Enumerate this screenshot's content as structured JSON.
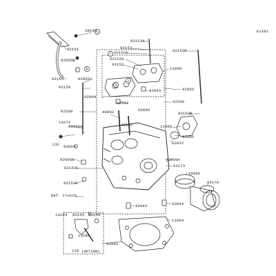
{
  "diagram": {
    "reference_code": "E1101",
    "note_option": "(OPTION)",
    "ref_clutch": "Ref. Clutch",
    "markers": {
      "a": "A",
      "b": "B",
      "c": "C"
    },
    "parts": {
      "p39153": "39153",
      "p92151": "92151",
      "p92055B": "92055B",
      "p92154": "92154",
      "p92055A": "92055A",
      "p92150": "92150",
      "p92153A_top": "92153A",
      "p92153": "92153",
      "p92153A_mid": "92153A",
      "p92152A": "92152A",
      "p92152": "92152",
      "p92153B": "92153B",
      "p11008": "11008",
      "p92043_a": "92043",
      "p92055": "92055",
      "p92004_top": "92004",
      "p92042": "92042",
      "p49002_l": "49002",
      "p92066": "92066",
      "p92200_l": "92200",
      "p92200_r": "92200",
      "p49002_r": "49002",
      "p92153B_r": "92153B",
      "p13271": "13271",
      "p92066A_l": "92066A",
      "p132": "132",
      "p11060": "11060",
      "p92005": "92005",
      "p92004_mid": "92004",
      "p92022": "92022",
      "p92066B": "92066B",
      "p92066A_r": "92066A",
      "p92153C": "92153C",
      "p92173": "92173",
      "p16065": "16065",
      "p92153E": "92153E",
      "p92170": "92170",
      "p92043_b": "92043",
      "p92043_c": "92043",
      "p11004": "11004",
      "p13234": "13234",
      "p92145": "92145",
      "p92049": "92049",
      "p92066_btm": "92066",
      "p13280": "13280",
      "p120": "120"
    }
  }
}
